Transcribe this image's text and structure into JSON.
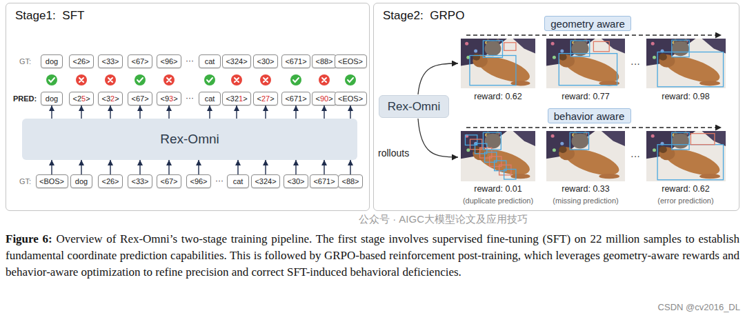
{
  "diagram": {
    "caption": "Figure 6: Overview of Rex-Omni’s two-stage training pipeline. The first stage involves supervised fine-tuning (SFT) on 22 million samples to establish fundamental coordinate prediction capabilities. This is followed by GRPO-based reinforcement post-training, which leverages geometry-aware rewards and behavior-aware optimization to refine precision and correct SFT-induced behavioral deficiencies.",
    "nodes": [
      {
        "text": [
          "Stage1: SFT"
        ]
      },
      {
        "text": [
          "dog"
        ],
        "in": 0
      },
      {
        "text": [
          "<26>"
        ],
        "in": 0
      },
      {
        "text": [
          "<33>"
        ],
        "in": 0
      },
      {
        "text": [
          "<67>"
        ],
        "in": 0
      },
      {
        "text": [
          "<96>"
        ],
        "in": 0
      },
      {
        "text": [
          "cat"
        ],
        "in": 0
      },
      {
        "text": [
          "<324>"
        ],
        "in": 0
      },
      {
        "text": [
          "<30>"
        ],
        "in": 0
      },
      {
        "text": [
          "<671>"
        ],
        "in": 0
      },
      {
        "text": [
          "<88>"
        ],
        "in": 0
      },
      {
        "text": [
          "<EOS>"
        ],
        "in": 0
      },
      {
        "text": [
          "dog"
        ],
        "in": 0
      },
      {
        "text": [
          "<25>"
        ],
        "in": 0
      },
      {
        "text": [
          "<32>"
        ],
        "in": 0
      },
      {
        "text": [
          "<67>"
        ],
        "in": 0
      },
      {
        "text": [
          "<93>"
        ],
        "in": 0
      },
      {
        "text": [
          "cat"
        ],
        "in": 0
      },
      {
        "text": [
          "<321>"
        ],
        "in": 0
      },
      {
        "text": [
          "<27>"
        ],
        "in": 0
      },
      {
        "text": [
          "<671>"
        ],
        "in": 0
      },
      {
        "text": [
          "<90>"
        ],
        "in": 0
      },
      {
        "text": [
          "<EOS>"
        ],
        "in": 0
      },
      {
        "text": [
          "Rex-Omni"
        ],
        "in": 0
      },
      {
        "text": [
          "<BOS>"
        ],
        "in": 0
      },
      {
        "text": [
          "dog"
        ],
        "in": 0
      },
      {
        "text": [
          "<26>"
        ],
        "in": 0
      },
      {
        "text": [
          "<33>"
        ],
        "in": 0
      },
      {
        "text": [
          "<67>"
        ],
        "in": 0
      },
      {
        "text": [
          "<96>"
        ],
        "in": 0
      },
      {
        "text": [
          "cat"
        ],
        "in": 0
      },
      {
        "text": [
          "<324>"
        ],
        "in": 0
      },
      {
        "text": [
          "<30>"
        ],
        "in": 0
      },
      {
        "text": [
          "<671>"
        ],
        "in": 0
      },
      {
        "text": [
          "<88>"
        ],
        "in": 0
      },
      {
        "text": [
          "Stage2: GRPO"
        ]
      },
      {
        "text": [
          "Rex-Omni"
        ],
        "in": 35
      },
      {
        "text": [
          "geometry aware"
        ],
        "in": 35
      },
      {
        "text": [
          "behavior aware"
        ],
        "in": 35
      }
    ],
    "edges": [
      {
        "from": 23,
        "to": 12,
        "arrow": "to"
      },
      {
        "from": 23,
        "to": 13,
        "arrow": "to"
      },
      {
        "from": 23,
        "to": 14,
        "arrow": "to"
      },
      {
        "from": 23,
        "to": 15,
        "arrow": "to"
      },
      {
        "from": 23,
        "to": 16,
        "arrow": "to"
      },
      {
        "from": 23,
        "to": 17,
        "arrow": "to"
      },
      {
        "from": 23,
        "to": 18,
        "arrow": "to"
      },
      {
        "from": 23,
        "to": 19,
        "arrow": "to"
      },
      {
        "from": 23,
        "to": 20,
        "arrow": "to"
      },
      {
        "from": 23,
        "to": 21,
        "arrow": "to"
      },
      {
        "from": 23,
        "to": 22,
        "arrow": "to"
      },
      {
        "from": 24,
        "to": 23,
        "arrow": "to"
      },
      {
        "from": 25,
        "to": 23,
        "arrow": "to"
      },
      {
        "from": 26,
        "to": 23,
        "arrow": "to"
      },
      {
        "from": 27,
        "to": 23,
        "arrow": "to"
      },
      {
        "from": 28,
        "to": 23,
        "arrow": "to"
      },
      {
        "from": 29,
        "to": 23,
        "arrow": "to"
      },
      {
        "from": 30,
        "to": 23,
        "arrow": "to"
      },
      {
        "from": 31,
        "to": 23,
        "arrow": "to"
      },
      {
        "from": 32,
        "to": 23,
        "arrow": "to"
      },
      {
        "from": 33,
        "to": 23,
        "arrow": "to"
      },
      {
        "from": 34,
        "to": 23,
        "arrow": "to"
      }
    ],
    "labels": [
      "GT:",
      "···",
      "PRED:",
      "···",
      "GT:",
      "···",
      "rollouts",
      "reward: 0.62",
      "reward: 0.77",
      "···",
      "reward: 0.98",
      "reward: 0.01",
      "(duplicate prediction)",
      "reward: 0.33",
      "(missing prediction)",
      "···",
      "reward: 0.62",
      "(error prediction)",
      "公众号 · AIGC大模型论文及应用技巧",
      "CSDN @cv2016_DL"
    ]
  }
}
